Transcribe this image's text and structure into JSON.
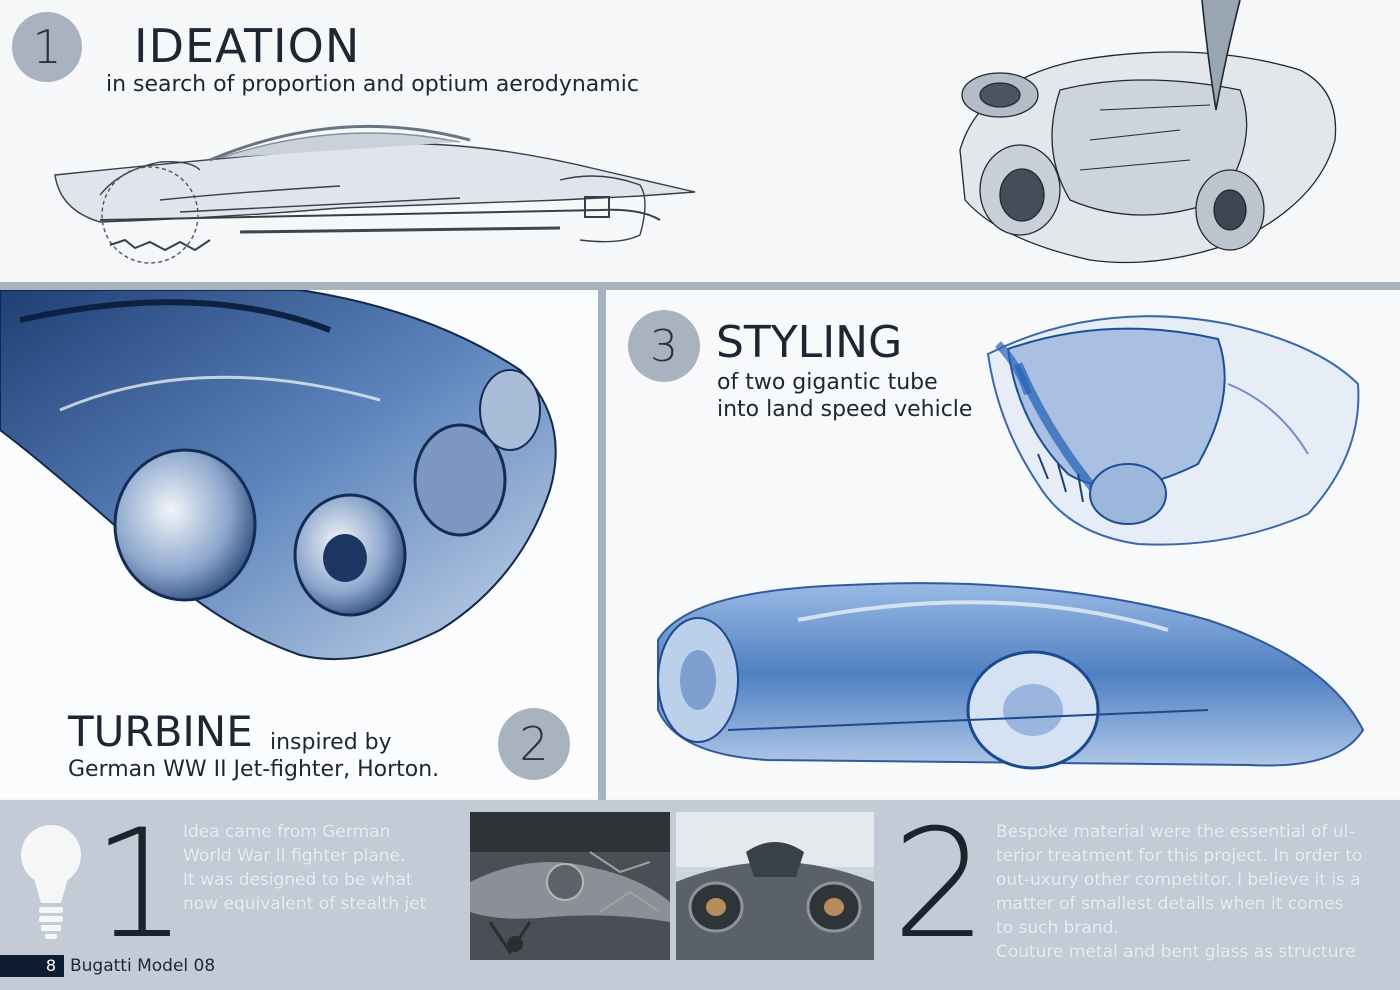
{
  "sections": {
    "ideation": {
      "number": "1",
      "title": "IDEATION",
      "subtitle": "in search of proportion and optium aerodynamic"
    },
    "turbine": {
      "number": "2",
      "title": "TURBINE",
      "inline": "inspired by",
      "subtitle": "German WW II Jet-fighter, Horton."
    },
    "styling": {
      "number": "3",
      "title": "STYLING",
      "line1": "of two gigantic tube",
      "line2": "into land speed vehicle"
    }
  },
  "bottom": {
    "left_number": "1",
    "left_text": [
      "Idea came from German",
      "World War II fighter plane.",
      "It was designed to be what",
      "now equivalent of stealth jet"
    ],
    "right_number": "2",
    "right_text": [
      "Bespoke material were the essential of ul-",
      "terior treatment for this project. In order to",
      "out-uxury other competitor. I believe it is a",
      "matter of smallest details when it comes",
      "to such brand.",
      "Couture metal and bent glass as structure"
    ]
  },
  "footer": {
    "page_number": "8",
    "label": "Bugatti Model 08"
  },
  "colors": {
    "background": "#f4f6f8",
    "divider": "#a7b3bf",
    "badge": "#a8b3bf",
    "bottom_band": "#c3ccd6",
    "sketch_blue": "#2f5d9a",
    "footer_block": "#0f1d33"
  }
}
